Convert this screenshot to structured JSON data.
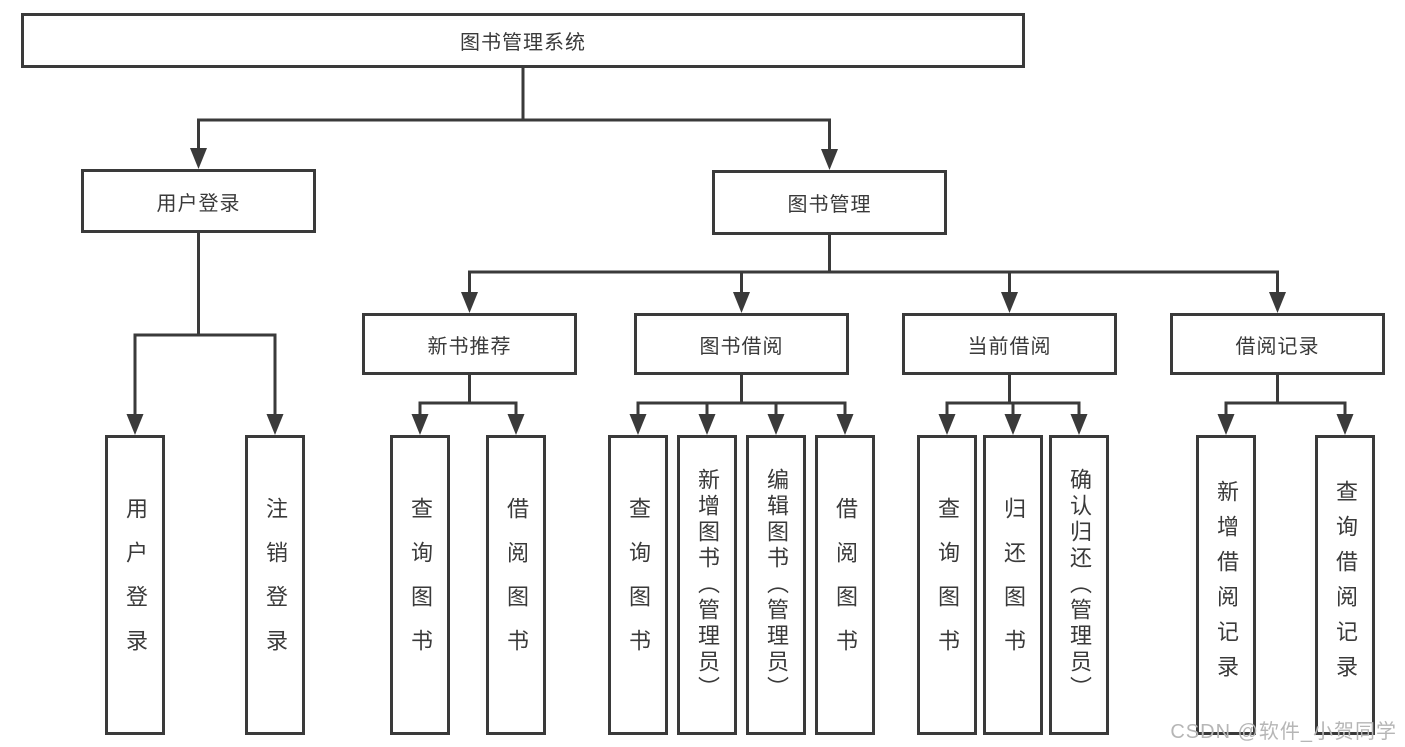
{
  "diagram": {
    "type": "hierarchy-tree",
    "tree": {
      "label": "图书管理系统",
      "children": [
        {
          "label": "用户登录",
          "children": [
            {
              "label": "用户登录"
            },
            {
              "label": "注销登录"
            }
          ]
        },
        {
          "label": "图书管理",
          "children": [
            {
              "label": "新书推荐",
              "children": [
                {
                  "label": "查询图书"
                },
                {
                  "label": "借阅图书"
                }
              ]
            },
            {
              "label": "图书借阅",
              "children": [
                {
                  "label": "查询图书"
                },
                {
                  "label": "新增图书（管理员）"
                },
                {
                  "label": "编辑图书（管理员）"
                },
                {
                  "label": "借阅图书"
                }
              ]
            },
            {
              "label": "当前借阅",
              "children": [
                {
                  "label": "查询图书"
                },
                {
                  "label": "归还图书"
                },
                {
                  "label": "确认归还（管理员）"
                }
              ]
            },
            {
              "label": "借阅记录",
              "children": [
                {
                  "label": "新增借阅记录"
                },
                {
                  "label": "查询借阅记录"
                }
              ]
            }
          ]
        }
      ]
    }
  },
  "watermark": {
    "text": "CSDN @软件_小贺同学",
    "color": "#b6b6b6"
  },
  "colors": {
    "line": "#3a3a3a",
    "text": "#3a3a3a",
    "background": "#ffffff"
  }
}
